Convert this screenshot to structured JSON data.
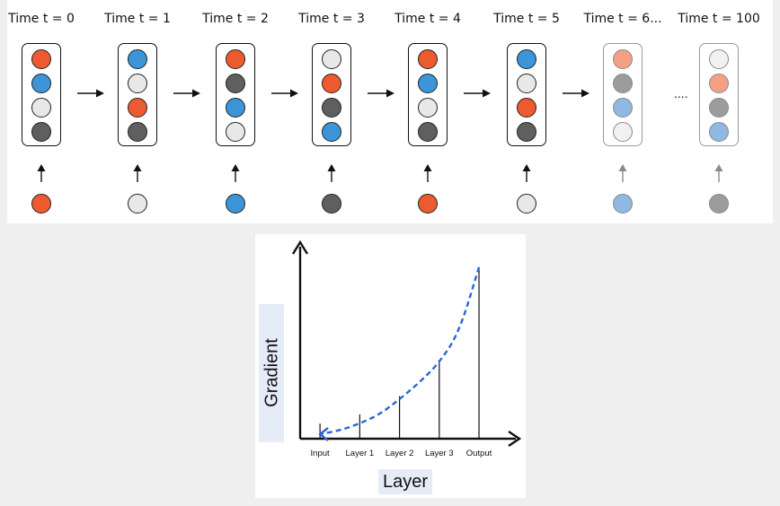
{
  "time_steps": [
    {
      "label": "Time t = 0",
      "cells": [
        "orange",
        "blue",
        "light",
        "dark"
      ],
      "input": "orange",
      "faded": false
    },
    {
      "label": "Time t = 1",
      "cells": [
        "blue",
        "light",
        "orange",
        "dark"
      ],
      "input": "light",
      "faded": false
    },
    {
      "label": "Time t = 2",
      "cells": [
        "orange",
        "dark",
        "blue",
        "light"
      ],
      "input": "blue",
      "faded": false
    },
    {
      "label": "Time t = 3",
      "cells": [
        "light",
        "orange",
        "dark",
        "blue"
      ],
      "input": "dark",
      "faded": false
    },
    {
      "label": "Time t = 4",
      "cells": [
        "orange",
        "blue",
        "light",
        "dark"
      ],
      "input": "orange",
      "faded": false
    },
    {
      "label": "Time t = 5",
      "cells": [
        "blue",
        "light",
        "orange",
        "dark"
      ],
      "input": "light",
      "faded": false
    },
    {
      "label": "Time t = 6...",
      "cells": [
        "orange",
        "dark",
        "blue",
        "light"
      ],
      "input": "blue",
      "faded": true
    },
    {
      "label": "Time t = 100",
      "cells": [
        "light",
        "orange",
        "dark",
        "blue"
      ],
      "input": "dark",
      "faded": true
    }
  ],
  "ellipsis": "....",
  "colors": {
    "orange": "#ee5a2f",
    "blue": "#3b95d8",
    "light": "#e8e8e8",
    "dark": "#5f5f5f",
    "orange_faded": "#f3a084",
    "blue_faded": "#8fb8e2",
    "light_faded": "#f1f1f1",
    "dark_faded": "#9c9c9c",
    "curve": "#2d64d6"
  },
  "gradient_chart": {
    "ylabel": "Gradient",
    "xlabel": "Layer",
    "categories": [
      "Input",
      "Layer 1",
      "Layer 2",
      "Layer 3",
      "Output"
    ],
    "bar_values": [
      1.0,
      1.6,
      2.8,
      5.2,
      11.2
    ],
    "curve_points": [
      [
        0.0,
        0.3
      ],
      [
        0.5,
        0.55
      ],
      [
        1.0,
        1.0
      ],
      [
        1.5,
        1.6
      ],
      [
        2.0,
        2.6
      ],
      [
        2.5,
        3.7
      ],
      [
        3.0,
        5.0
      ],
      [
        3.5,
        7.0
      ],
      [
        4.0,
        11.3
      ]
    ],
    "ylim": [
      0,
      13
    ],
    "xlim": [
      -0.5,
      4.7
    ]
  }
}
